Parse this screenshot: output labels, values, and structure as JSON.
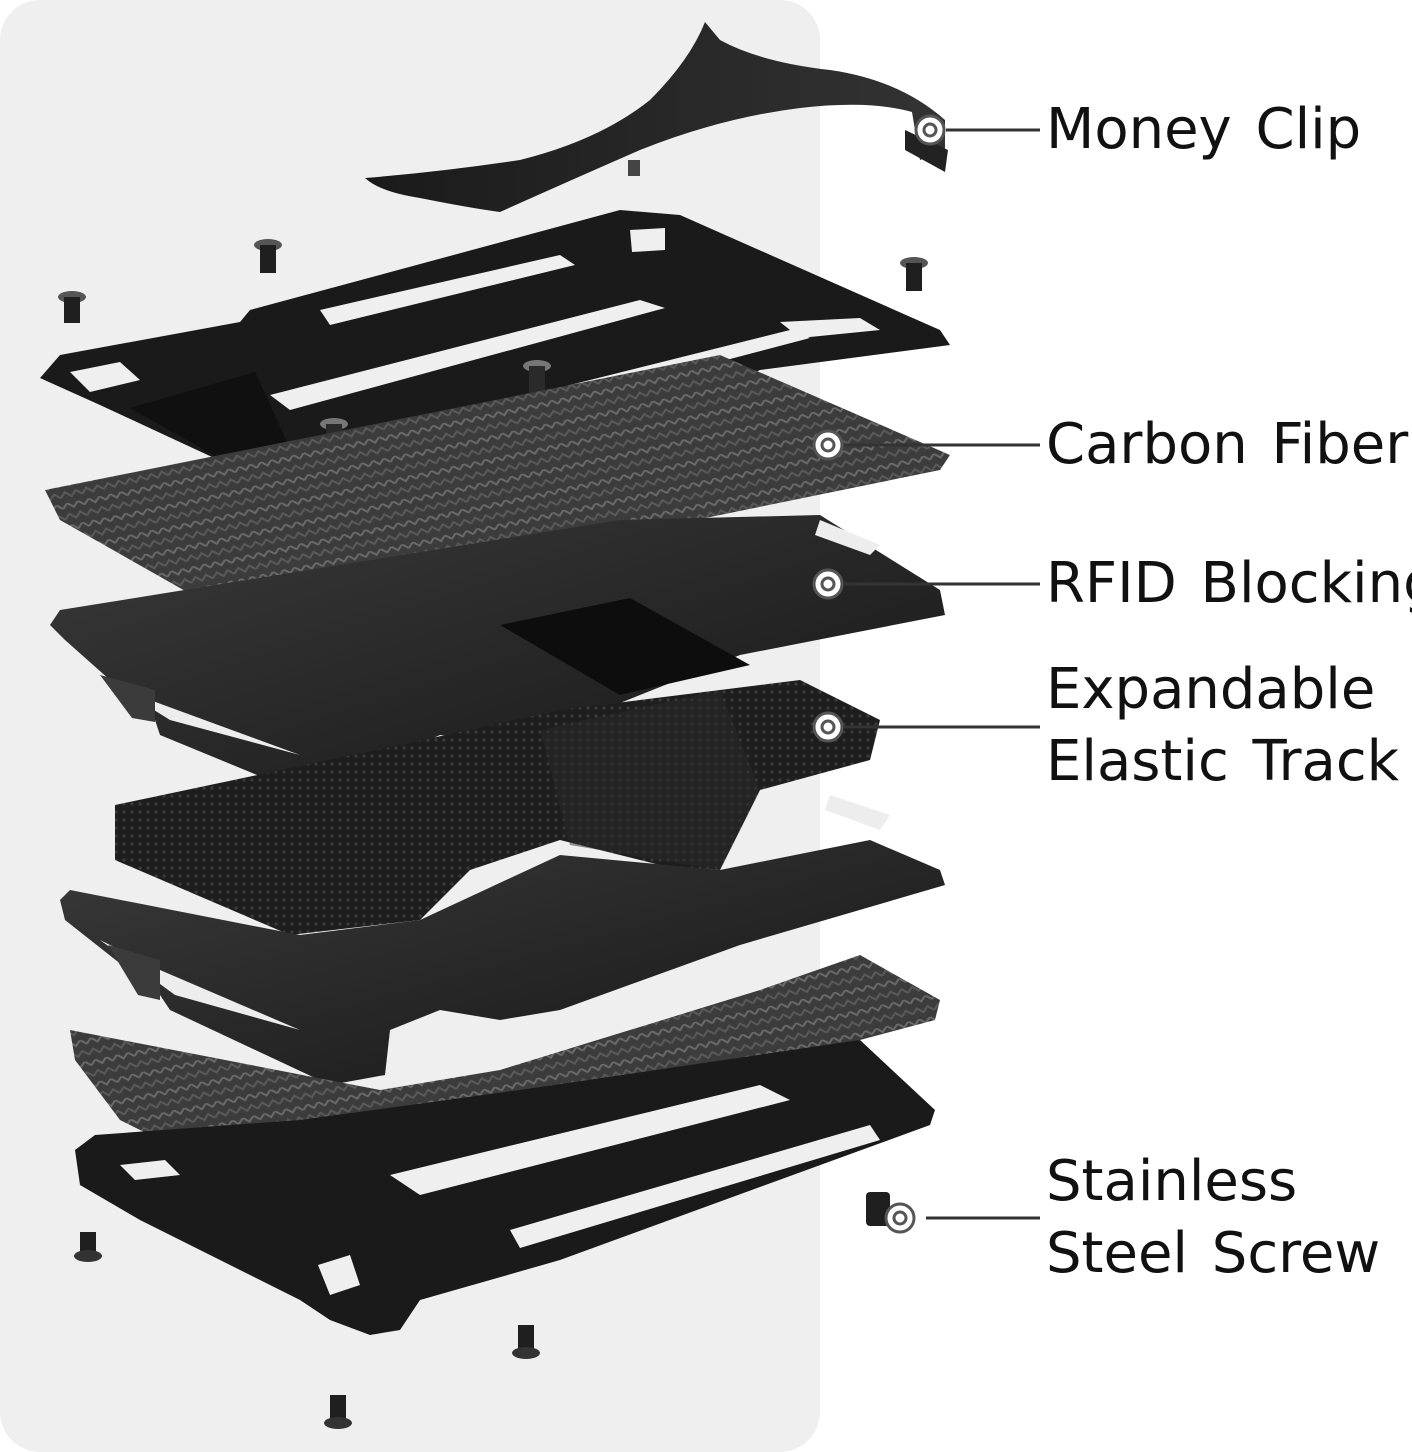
{
  "labels": {
    "money_clip": "Money Clip",
    "carbon_fiber": "Carbon Fiber",
    "rfid_blocking": "RFID Blocking",
    "elastic_line1": "Expandable",
    "elastic_line2": "Elastic Track",
    "screw_line1": "Stainless",
    "screw_line2": "Steel Screw"
  },
  "colors": {
    "backdrop": "#efefef",
    "metal_dark": "#1a1a1a",
    "metal_mid": "#2e2e2e",
    "carbon": "#3a3a3a",
    "leader": "#333333",
    "text": "#111111"
  }
}
